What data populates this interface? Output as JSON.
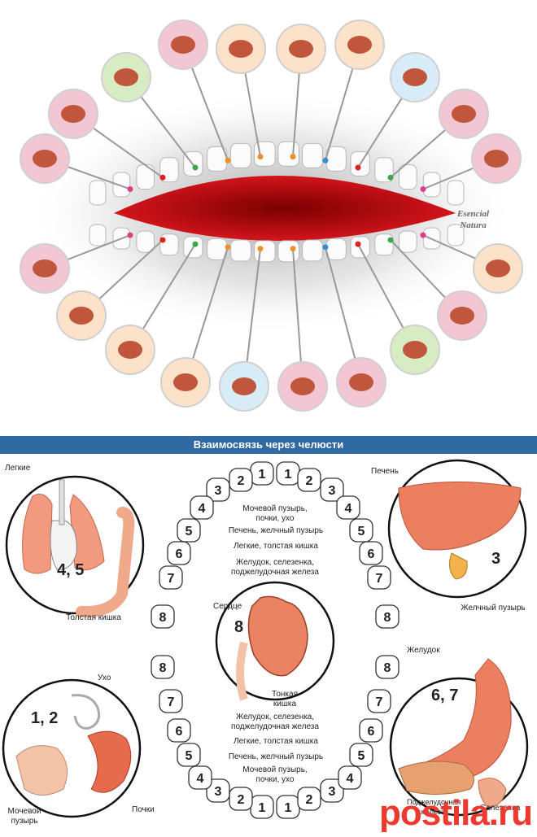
{
  "watermark": {
    "line1": "Esencial",
    "line2": "Natura"
  },
  "banner": {
    "title": "Взаимосвязь через челюсти"
  },
  "labels": {
    "lungs": "Легкие",
    "colon": "Толстая кишка",
    "lungs_num": "4, 5",
    "liver": "Печень",
    "gallbladder": "Желчный пузырь",
    "liver_num": "3",
    "heart": "Сердце",
    "heart_num": "8",
    "small_intestine": "Тонкая кишка",
    "ear": "Ухо",
    "bladder": "Мочевой пузырь",
    "kidneys": "Почки",
    "kidney_num": "1, 2",
    "stomach": "Желудок",
    "stomach_num": "6, 7",
    "pancreas": "Поджелудочная железа",
    "spleen": "Селезенка"
  },
  "upper_groups": [
    "Мочевой пузырь, почки, ухо",
    "Печень, желчный пузырь",
    "Легкие, толстая кишка",
    "Желудок, селезенка, поджелудочная железа"
  ],
  "lower_groups": [
    "Желудок, селезенка, поджелудочная железа",
    "Легкие, толстая кишка",
    "Печень, желчный пузырь",
    "Мочевой пузырь, почки, ухо"
  ],
  "tooth_numbers": [
    "1",
    "2",
    "3",
    "4",
    "5",
    "6",
    "7",
    "8"
  ],
  "site": "postila.ru"
}
